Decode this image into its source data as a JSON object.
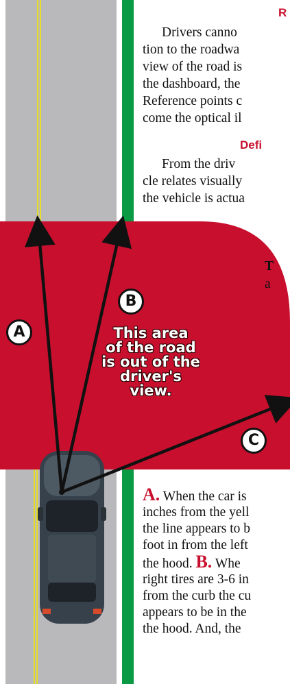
{
  "heading_top": "R",
  "intro_lines": [
    "Drivers canno",
    "tion to the roadwa",
    "view of the road is",
    "the dashboard, the",
    "Reference points c",
    "come the optical il"
  ],
  "heading_def": "Defi",
  "def_lines": [
    "From the driv",
    "cle relates visually",
    "the vehicle is actua"
  ],
  "side_fragment_bold": "T",
  "side_fragment": "a",
  "labels": {
    "a": "A",
    "b": "B",
    "c": "C"
  },
  "area_text": [
    "This area",
    "of the road",
    "is out of the",
    "driver's",
    "view."
  ],
  "bottom_lines": [
    {
      "letter": "A.",
      "text": " When the car is"
    },
    {
      "letter": "",
      "text": "inches from the yell"
    },
    {
      "letter": "",
      "text": "the line appears to b"
    },
    {
      "letter": "",
      "text": "foot in from the left"
    },
    {
      "letter": "",
      "text": "the hood. ",
      "letter2": "B.",
      "text2": " Whe"
    },
    {
      "letter": "",
      "text": "right tires are 3-6 in"
    },
    {
      "letter": "",
      "text": "from the curb the cu"
    },
    {
      "letter": "",
      "text": "appears to be in the"
    },
    {
      "letter": "",
      "text": "the hood. And, the"
    }
  ],
  "colors": {
    "red_zone": "#c8102e",
    "road_gray": "#b9b9bb",
    "green_line": "#0a9a44",
    "yellow_line": "#f2e600"
  }
}
